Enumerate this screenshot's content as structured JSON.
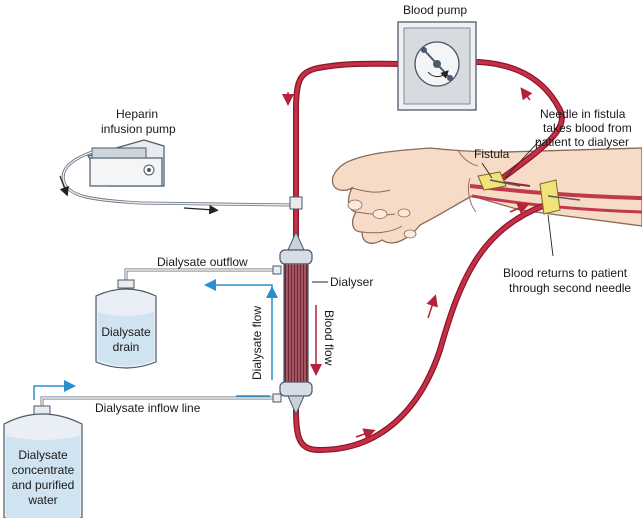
{
  "labels": {
    "blood_pump": "Blood pump",
    "heparin_line1": "Heparin",
    "heparin_line2": "infusion pump",
    "needle_line1": "Needle in fistula",
    "needle_line2": "takes blood from",
    "needle_line3": "patient to dialyser",
    "fistula": "Fistula",
    "dialysate_outflow": "Dialysate outflow",
    "dialyser": "Dialyser",
    "drain_line1": "Dialysate",
    "drain_line2": "drain",
    "dialysate_flow": "Dialysate flow",
    "blood_flow": "Blood flow",
    "returns_line1": "Blood returns to patient",
    "returns_line2": "through second needle",
    "inflow_line": "Dialysate inflow line",
    "conc_line1": "Dialysate",
    "conc_line2": "concentrate",
    "conc_line3": "and purified",
    "conc_line4": "water"
  },
  "colors": {
    "blood": "#b5213a",
    "blood_dark": "#8e1528",
    "dialysate_arrow": "#2a8fd0",
    "container_fill": "#cfe3f1",
    "container_stroke": "#4a5a6a",
    "pump_face": "#e3e6ea",
    "skin": "#f6dcc6"
  },
  "icons": {
    "pump_rotor": "rotor-icon",
    "heparin_pump": "syringe-pump-icon"
  }
}
